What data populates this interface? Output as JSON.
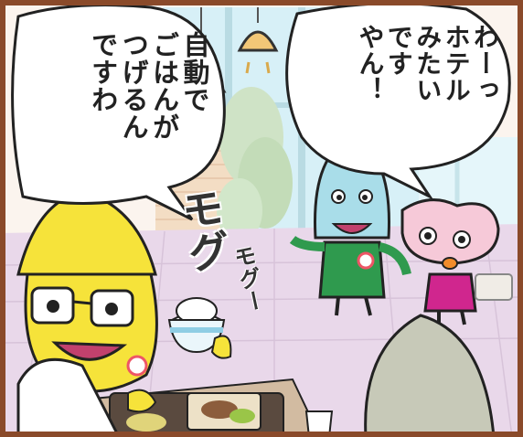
{
  "bubbles": {
    "left": {
      "lines": [
        "自動で",
        "ごはんが",
        "つげるん",
        "ですわ"
      ]
    },
    "right": {
      "lines": [
        "わーっ",
        "ホテル",
        "みたい",
        "です",
        "やん！"
      ]
    }
  },
  "sound_effects": {
    "large": "モグ",
    "small": "モグー"
  },
  "colors": {
    "frame": "#8a4a2a",
    "window_sky": "#d7f0f7",
    "brick": "#f3ddc4",
    "floor": "#e9d8ea",
    "yellow_character": "#f6e33a",
    "blue_character": "#a9dde9",
    "pink_character": "#f6c9d8",
    "jacket_green": "#2f9a4e",
    "jacket_magenta": "#d0268e",
    "lamp": "#f2c777"
  }
}
